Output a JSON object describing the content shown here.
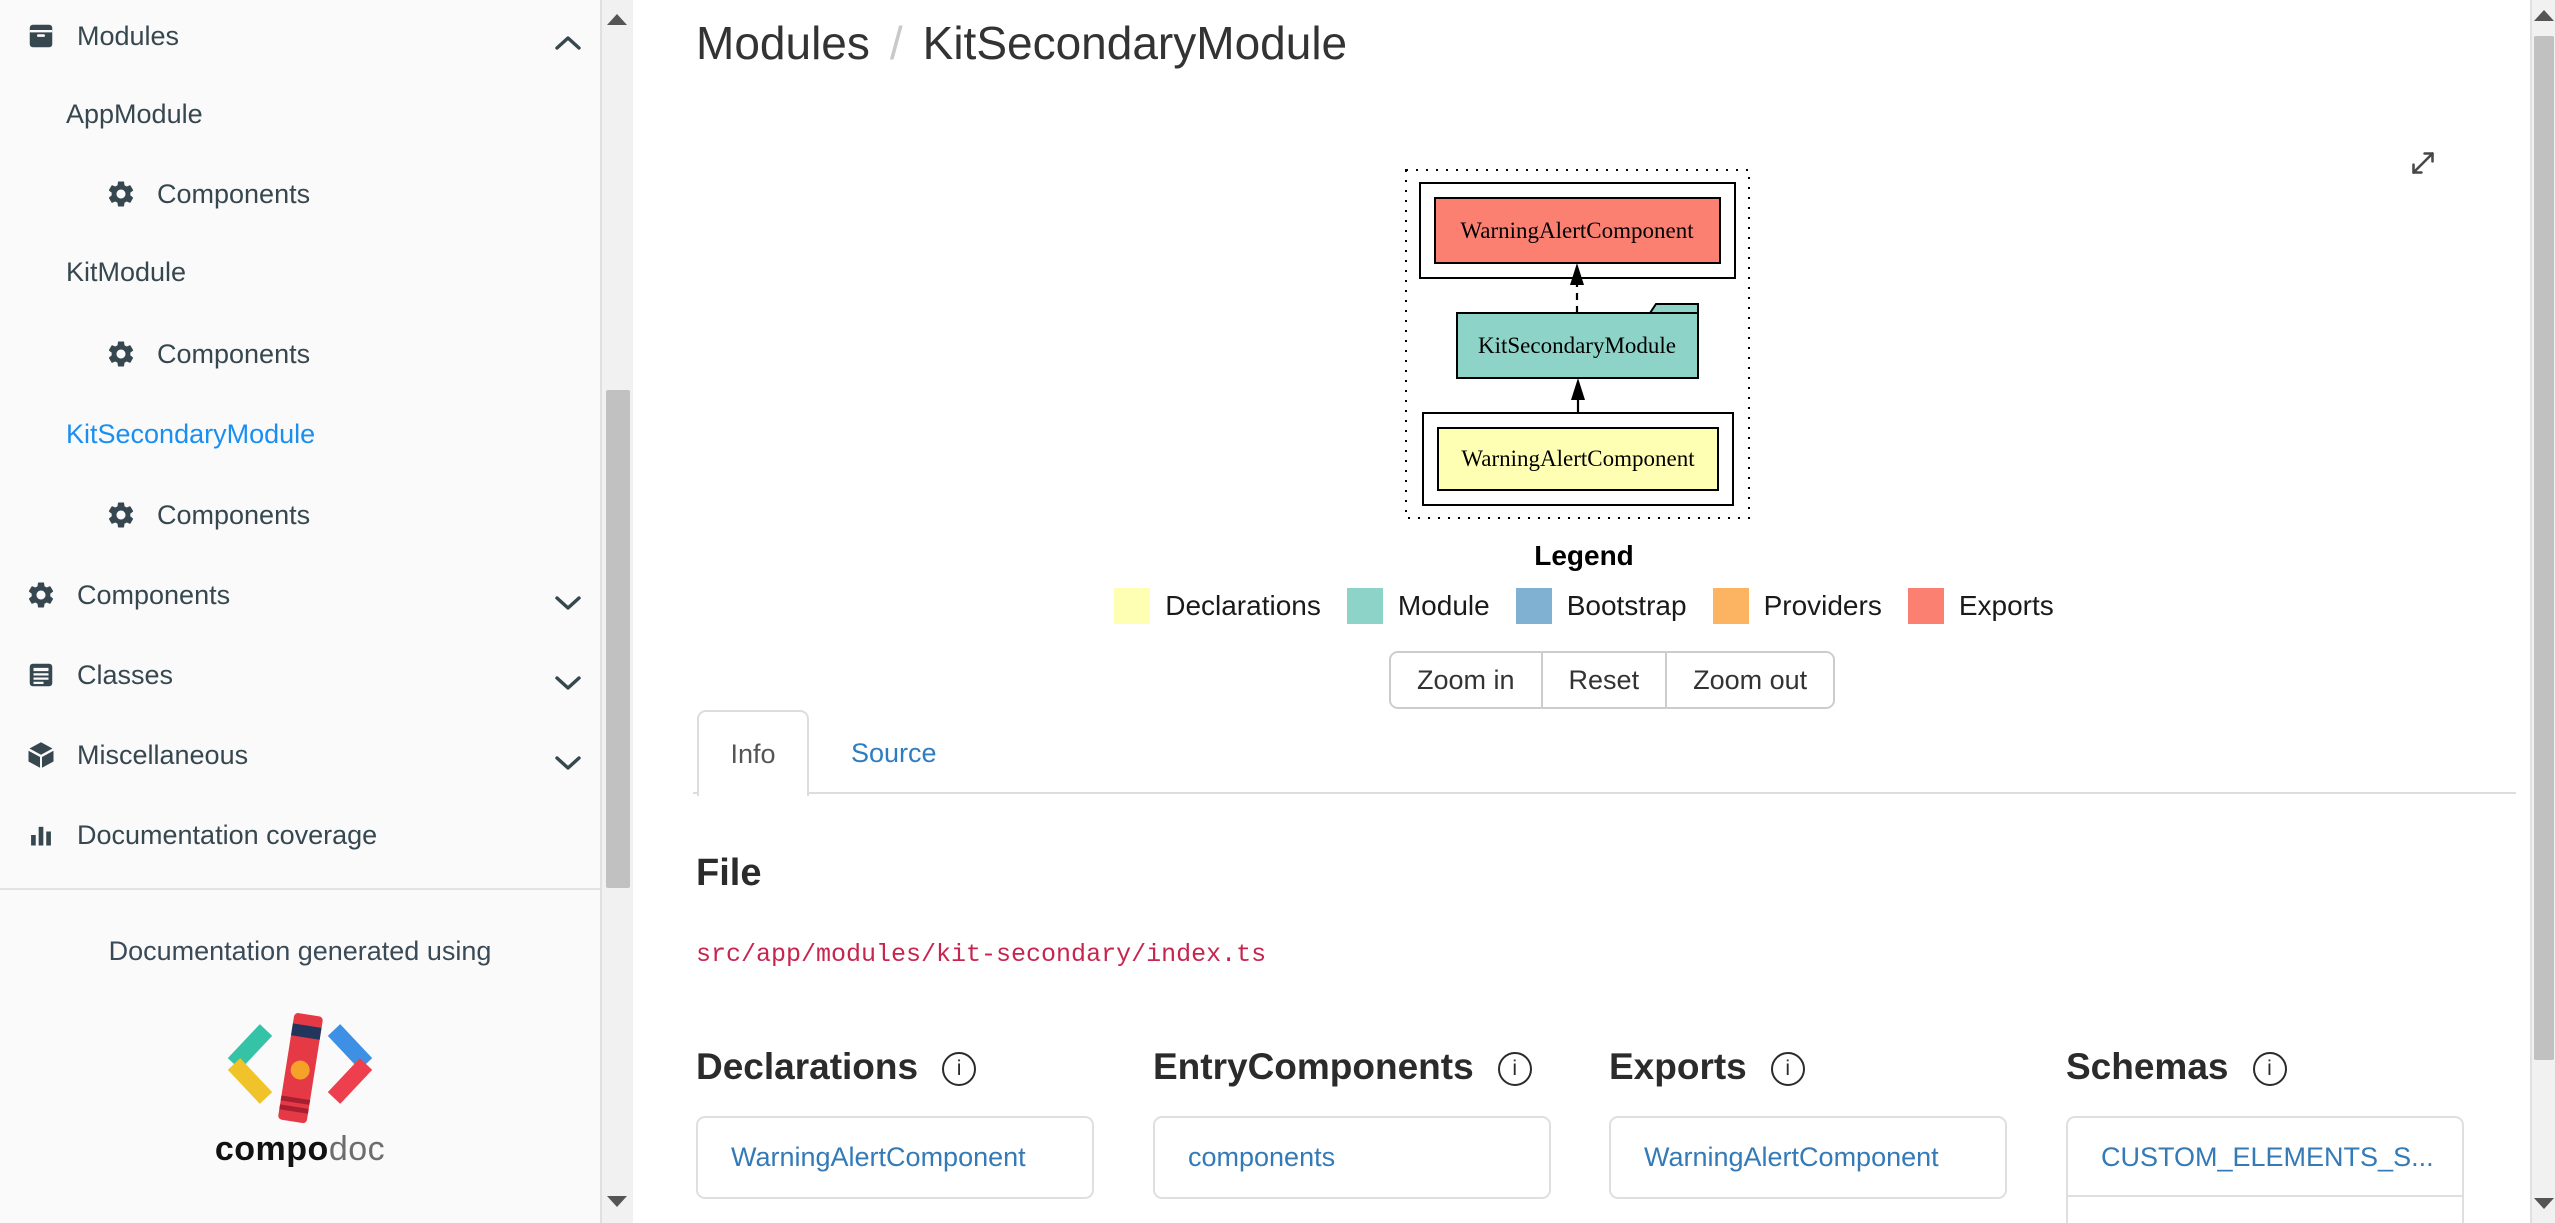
{
  "sidebar": {
    "items": [
      {
        "label": "Modules",
        "icon": "modules-icon",
        "chevron": "up",
        "active": false
      },
      {
        "label": "AppModule",
        "icon": null,
        "chevron": null,
        "active": false
      },
      {
        "label": "Components",
        "icon": "gear-icon",
        "chevron": "down",
        "active": false
      },
      {
        "label": "KitModule",
        "icon": null,
        "chevron": null,
        "active": false
      },
      {
        "label": "Components",
        "icon": "gear-icon",
        "chevron": "down",
        "active": false
      },
      {
        "label": "KitSecondaryModule",
        "icon": null,
        "chevron": null,
        "active": true
      },
      {
        "label": "Components",
        "icon": "gear-icon",
        "chevron": "down",
        "active": false
      },
      {
        "label": "Components",
        "icon": "gear-icon",
        "chevron": "down",
        "active": false
      },
      {
        "label": "Classes",
        "icon": "classes-icon",
        "chevron": "down",
        "active": false
      },
      {
        "label": "Miscellaneous",
        "icon": "cube-icon",
        "chevron": "down",
        "active": false
      },
      {
        "label": "Documentation coverage",
        "icon": "bar-chart-icon",
        "chevron": null,
        "active": false
      }
    ],
    "footer_text": "Documentation generated using",
    "logo": {
      "bold": "compo",
      "light": "doc"
    }
  },
  "breadcrumb": {
    "section": "Modules",
    "separator": "/",
    "page": "KitSecondaryModule"
  },
  "diagram": {
    "nodes": [
      {
        "label": "WarningAlertComponent",
        "role": "exports",
        "color": "#fb8072"
      },
      {
        "label": "KitSecondaryModule",
        "role": "module",
        "color": "#8dd3c7"
      },
      {
        "label": "WarningAlertComponent",
        "role": "declarations",
        "color": "#ffffb3"
      }
    ],
    "legend": {
      "title": "Legend",
      "items": [
        {
          "label": "Declarations",
          "color": "#ffffb3"
        },
        {
          "label": "Module",
          "color": "#8dd3c7"
        },
        {
          "label": "Bootstrap",
          "color": "#80b1d3"
        },
        {
          "label": "Providers",
          "color": "#fdb462"
        },
        {
          "label": "Exports",
          "color": "#fb8072"
        }
      ]
    },
    "controls": {
      "zoom_in": "Zoom in",
      "reset": "Reset",
      "zoom_out": "Zoom out"
    }
  },
  "tabs": {
    "info": "Info",
    "source": "Source"
  },
  "file": {
    "heading": "File",
    "path": "src/app/modules/kit-secondary/index.ts"
  },
  "sections": [
    {
      "heading": "Declarations",
      "link": "WarningAlertComponent"
    },
    {
      "heading": "EntryComponents",
      "link": "components"
    },
    {
      "heading": "Exports",
      "link": "WarningAlertComponent"
    },
    {
      "heading": "Schemas",
      "link": "CUSTOM_ELEMENTS_S..."
    }
  ],
  "info_icon_glyph": "i",
  "colors": {
    "sidebar_active": "#1a8ff2",
    "content_link": "#337ab7",
    "code_text": "#c7254e",
    "sidebar_bg": "#fafafa"
  }
}
